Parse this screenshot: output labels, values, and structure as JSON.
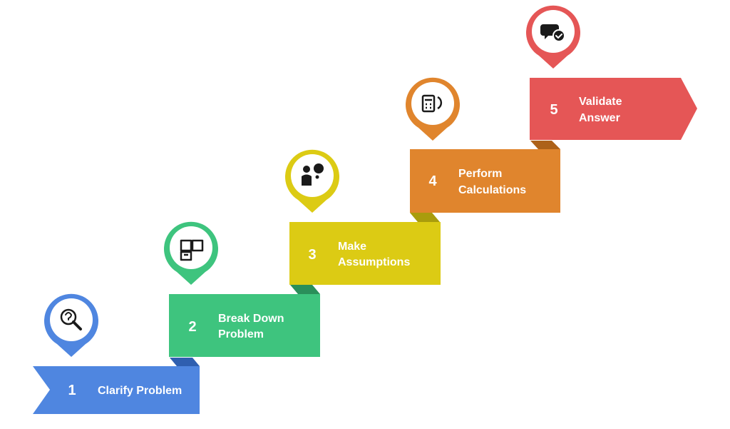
{
  "steps": [
    {
      "number": "1",
      "label_lines": [
        "Clarify Problem"
      ],
      "color": "#4f86e0",
      "fold_color": "#2f5fb0",
      "icon": "question-magnifier-icon"
    },
    {
      "number": "2",
      "label_lines": [
        "Break Down",
        "Problem"
      ],
      "color": "#3ec47e",
      "fold_color": "#2a8f5a",
      "icon": "puzzle-pieces-icon"
    },
    {
      "number": "3",
      "label_lines": [
        "Make",
        "Assumptions"
      ],
      "color": "#dccb14",
      "fold_color": "#a99c0c",
      "icon": "person-thought-icon"
    },
    {
      "number": "4",
      "label_lines": [
        "Perform",
        "Calculations"
      ],
      "color": "#e0852d",
      "fold_color": "#ad6219",
      "icon": "calculator-refresh-icon"
    },
    {
      "number": "5",
      "label_lines": [
        "Validate",
        "Answer"
      ],
      "color": "#e55656",
      "fold_color": "#b23b3b",
      "icon": "chat-check-icon"
    }
  ]
}
